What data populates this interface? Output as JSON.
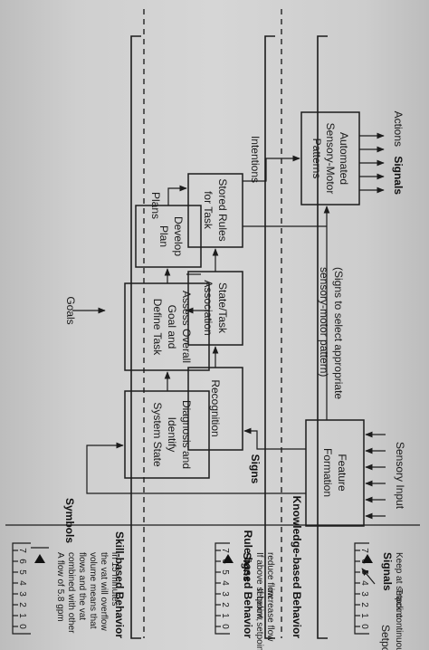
{
  "levels": {
    "knowledge": "Knowledge-based Behavior",
    "rule": "Rule-based Behavior",
    "skill": "Skill-based Behavior"
  },
  "inputs": {
    "goals": "Goals",
    "sensory": "Sensory Input"
  },
  "labels": {
    "symbols": "Symbols",
    "signs": "Signs",
    "signals": "Signals",
    "plans": "Plans",
    "intentions": "Intentions",
    "actions": "Actions",
    "signals_out": "Signals"
  },
  "boxes": {
    "diagnosis": [
      "Diagnosis and",
      "Identify",
      "System State"
    ],
    "assess": [
      "Assess Overall",
      "Goal and",
      "Define Task"
    ],
    "develop": [
      "Develop",
      "Plan"
    ],
    "recognition": [
      "Recognition"
    ],
    "state_task": [
      "State/Task",
      "Association"
    ],
    "stored_rules": [
      "Stored Rules",
      "for Task"
    ],
    "feature": [
      "Feature",
      "Formation"
    ],
    "automated": [
      "Automated",
      "Sensory-Motor",
      "Patterns"
    ]
  },
  "note": [
    "(Signs to select appropriate",
    "sensory-motor pattern)"
  ],
  "gauges": {
    "ticks": [
      "7",
      "6",
      "5",
      "4",
      "3",
      "2",
      "1",
      "0"
    ],
    "symbols_text": [
      "A flow of 5.8 gpm",
      "combined with other",
      "flows and the vat",
      "volume means that",
      "the vat will overflow",
      "in 15 minutes"
    ],
    "signs_title": "Signs",
    "signs_text_a": [
      "If above setpoint,",
      "reduce flow"
    ],
    "signs_text_b": [
      "If below setpoint,",
      "increase flow"
    ],
    "signals_title": "Signals",
    "signals_text_a": [
      "Keep at setpoint"
    ],
    "signals_text_b": [
      "Track continuously"
    ],
    "setpoint": "Setpoint"
  }
}
